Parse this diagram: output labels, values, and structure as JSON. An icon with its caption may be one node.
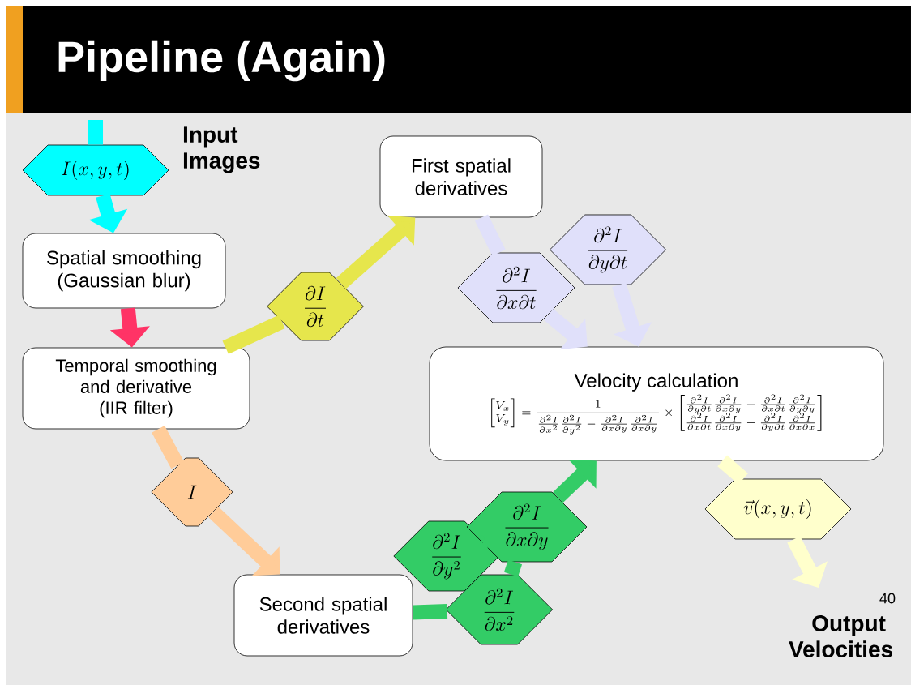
{
  "diagram": {
    "title": "Pipeline (Again)",
    "nodes": [
      {
        "text": [
          "I(x, y, t)"
        ],
        "beside": [
          "Input Images"
        ]
      },
      {
        "text": [
          "Spatial smoothing (Gaussian blur)"
        ]
      },
      {
        "text": [
          "Temporal smoothing and derivative (IIR filter)"
        ]
      },
      {
        "text": [
          "First spatial derivatives"
        ]
      },
      {
        "text": [
          "Velocity calculation",
          "\\begin{bmatrix}V_x\\\\V_y\\end{bmatrix} = \\frac{1}{\\frac{\\partial^2 I}{\\partial x^2}\\frac{\\partial^2 I}{\\partial y^2}-\\frac{\\partial^2 I}{\\partial x\\partial y}\\frac{\\partial^2 I}{\\partial x\\partial y}} \\times \\begin{bmatrix}\\frac{\\partial^2 I}{\\partial y\\partial t}\\frac{\\partial^2 I}{\\partial x\\partial y}-\\frac{\\partial^2 I}{\\partial x\\partial t}\\frac{\\partial^2 I}{\\partial y\\partial y}\\\\ \\frac{\\partial^2 I}{\\partial x\\partial t}\\frac{\\partial^2 I}{\\partial x\\partial y}-\\frac{\\partial^2 I}{\\partial y\\partial t}\\frac{\\partial^2 I}{\\partial x\\partial x}\\end{bmatrix}"
        ]
      },
      {
        "text": [
          "Second spatial derivatives"
        ]
      },
      {
        "text": [
          "\\frac{\\partial I}{\\partial t}"
        ]
      },
      {
        "text": [
          "I"
        ]
      },
      {
        "text": [
          "\\frac{\\partial^2 I}{\\partial x\\partial t}"
        ]
      },
      {
        "text": [
          "\\frac{\\partial^2 I}{\\partial y\\partial t}"
        ]
      },
      {
        "text": [
          "\\frac{\\partial^2 I}{\\partial y^2}"
        ]
      },
      {
        "text": [
          "\\frac{\\partial^2 I}{\\partial x\\partial y}"
        ]
      },
      {
        "text": [
          "\\frac{\\partial^2 I}{\\partial x^2}"
        ]
      },
      {
        "text": [
          "\\vec{v}(x, y, t)"
        ],
        "beside": [
          "Output Velocities"
        ]
      }
    ],
    "edges": [
      {
        "from": null,
        "to": 0,
        "arrow": "none",
        "color": "#00ffff"
      },
      {
        "from": 0,
        "to": 1,
        "arrow": "to",
        "color": "#00ffff"
      },
      {
        "from": 1,
        "to": 2,
        "arrow": "to",
        "color": "#ff3366"
      },
      {
        "from": 2,
        "to": 6,
        "arrow": "none",
        "color": "#e6e64c"
      },
      {
        "from": 6,
        "to": 3,
        "arrow": "to",
        "color": "#e6e64c"
      },
      {
        "from": 2,
        "to": 7,
        "arrow": "none",
        "color": "#ffcc99"
      },
      {
        "from": 7,
        "to": 5,
        "arrow": "to",
        "color": "#ffcc99"
      },
      {
        "from": 3,
        "to": 8,
        "arrow": "none",
        "color": "#e0e0fa"
      },
      {
        "from": 8,
        "to": 4,
        "arrow": "to",
        "color": "#e0e0fa"
      },
      {
        "from": 9,
        "to": 4,
        "arrow": "to",
        "color": "#e0e0fa"
      },
      {
        "from": 5,
        "to": 12,
        "arrow": "none",
        "color": "#33cc66"
      },
      {
        "from": 12,
        "to": 11,
        "arrow": "none",
        "color": "#33cc66"
      },
      {
        "from": 10,
        "to": 11,
        "arrow": "none",
        "color": "#33cc66"
      },
      {
        "from": 11,
        "to": 4,
        "arrow": "to",
        "color": "#33cc66"
      },
      {
        "from": 4,
        "to": 13,
        "arrow": "none",
        "color": "#ffffcc"
      },
      {
        "from": 13,
        "to": null,
        "arrow": "to",
        "color": "#ffffcc"
      }
    ],
    "labels": [
      "40"
    ]
  }
}
